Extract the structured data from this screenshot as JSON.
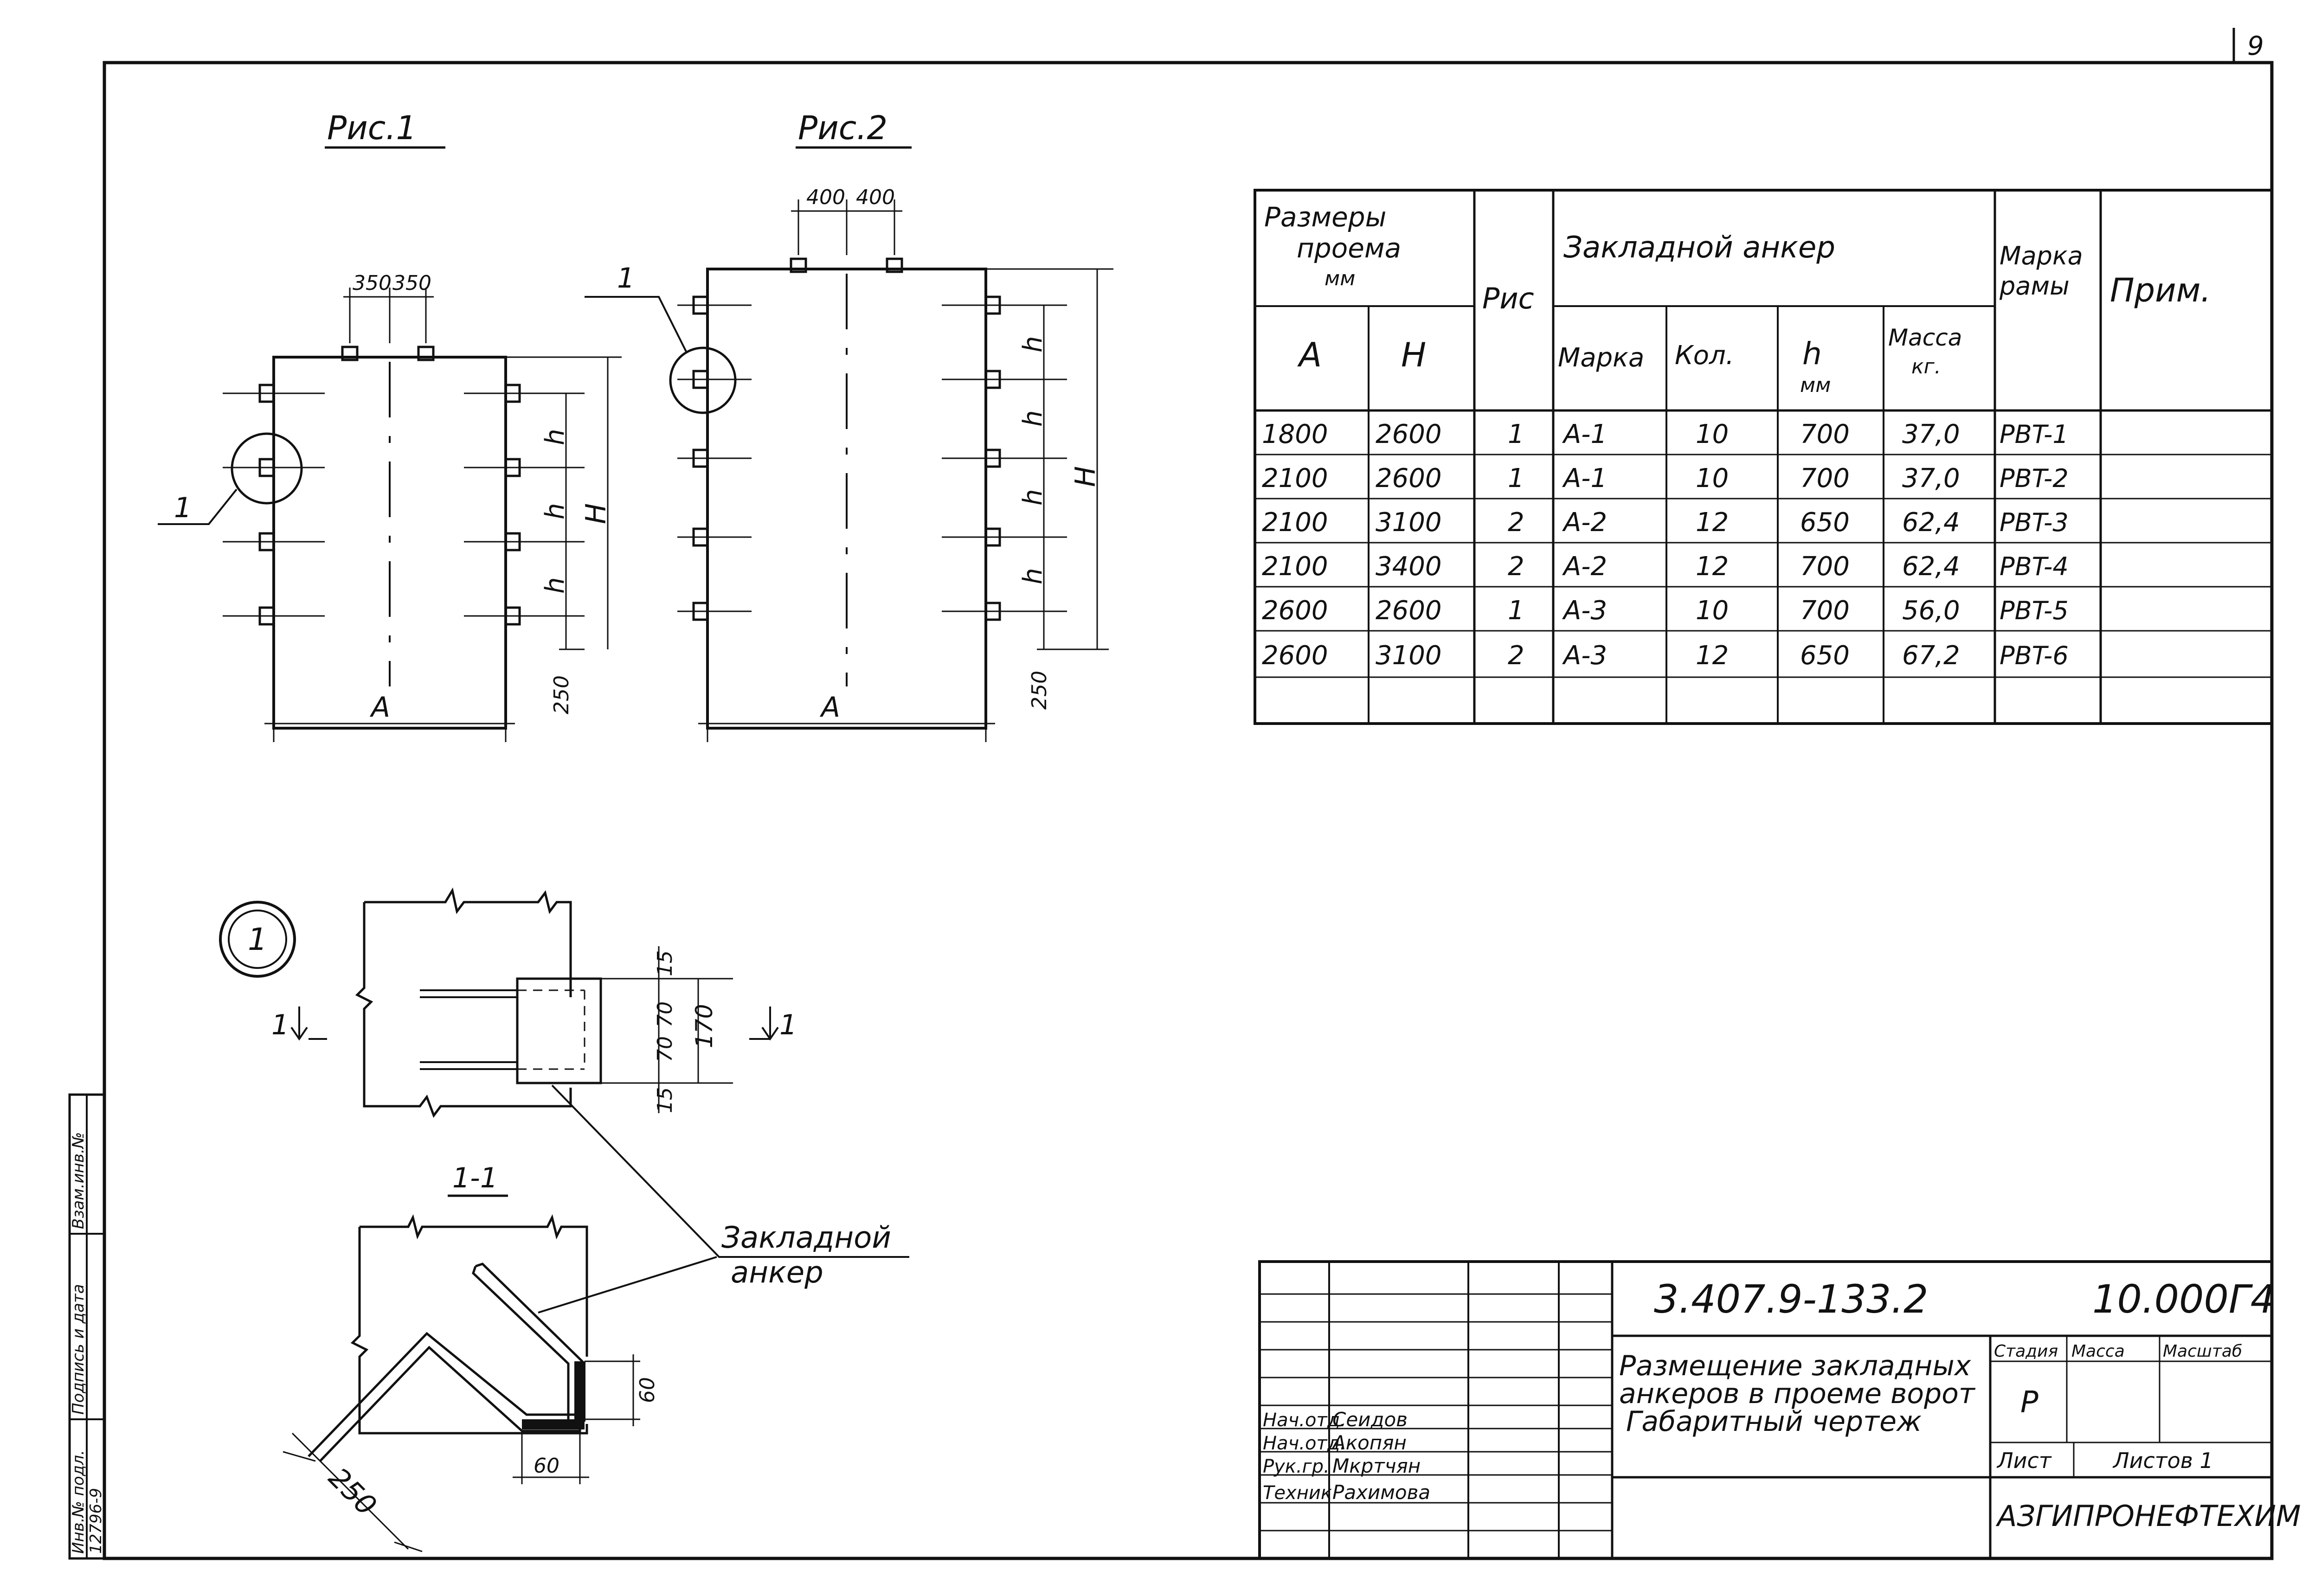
{
  "sheet_number": "9",
  "fig1": {
    "caption": "Рис.1",
    "dim_top": [
      "350",
      "350"
    ],
    "dim_h": "h",
    "dim_H": "H",
    "dim_250": "250",
    "dim_A": "A",
    "callout": "1"
  },
  "fig2": {
    "caption": "Рис.2",
    "dim_top": [
      "400",
      "400"
    ],
    "dim_h": "h",
    "dim_H": "H",
    "dim_250": "250",
    "dim_A": "A",
    "callout": "1"
  },
  "node": {
    "label": "1",
    "section_marks": [
      "1",
      "1"
    ],
    "dims_vertical": [
      "15",
      "70",
      "70",
      "15",
      "170"
    ],
    "section_title": "1-1",
    "anchor_label_line1": "Закладной",
    "anchor_label_line2": "анкер",
    "dim_60_a": "60",
    "dim_60_b": "60",
    "dim_250": "250"
  },
  "spec_table": {
    "header": {
      "sizes_line1": "Размеры",
      "sizes_line2": "проема",
      "sizes_line3": "мм",
      "fig": "Рис",
      "anchor": "Закладной анкер",
      "frame_line1": "Марка",
      "frame_line2": "рамы",
      "note": "Прим.",
      "A": "A",
      "H": "H",
      "mark": "Марка",
      "qty": "Кол.",
      "h_line1": "h",
      "h_line2": "мм",
      "mass_line1": "Масса",
      "mass_line2": "кг."
    },
    "rows": [
      [
        "1800",
        "2600",
        "1",
        "A-1",
        "10",
        "700",
        "37,0",
        "PBT-1",
        ""
      ],
      [
        "2100",
        "2600",
        "1",
        "A-1",
        "10",
        "700",
        "37,0",
        "PBT-2",
        ""
      ],
      [
        "2100",
        "3100",
        "2",
        "A-2",
        "12",
        "650",
        "62,4",
        "PBT-3",
        ""
      ],
      [
        "2100",
        "3400",
        "2",
        "A-2",
        "12",
        "700",
        "62,4",
        "PBT-4",
        ""
      ],
      [
        "2600",
        "2600",
        "1",
        "A-3",
        "10",
        "700",
        "56,0",
        "PBT-5",
        ""
      ],
      [
        "2600",
        "3100",
        "2",
        "A-3",
        "12",
        "650",
        "67,2",
        "PBT-6",
        ""
      ]
    ]
  },
  "title_block": {
    "doc_code": "3.407.9-133.2",
    "sheet_code": "10.000Г4",
    "title_line1": "Размещение закладных",
    "title_line2": "анкеров в проеме ворот",
    "title_line3": "Габаритный чертеж",
    "stage_label": "Стадия",
    "mass_label": "Масса",
    "scale_label": "Масштаб",
    "stage_value": "Р",
    "sheet_label": "Лист",
    "sheets_label": "Листов 1",
    "organization": "АЗГИПРОНЕФТЕХИМ",
    "people": [
      {
        "role": "Нач.отд.",
        "name": "Сеидов"
      },
      {
        "role": "Нач.отд.",
        "name": "Акопян"
      },
      {
        "role": "Рук.гр.",
        "name": "Мкртчян"
      },
      {
        "role": "Техник",
        "name": "Рахимова"
      }
    ]
  },
  "side_stamp": {
    "col1": "Инв.№ подл.",
    "col1_value": "12796-9",
    "col2": "Подпись и дата",
    "col3": "Взам.инв.№"
  }
}
